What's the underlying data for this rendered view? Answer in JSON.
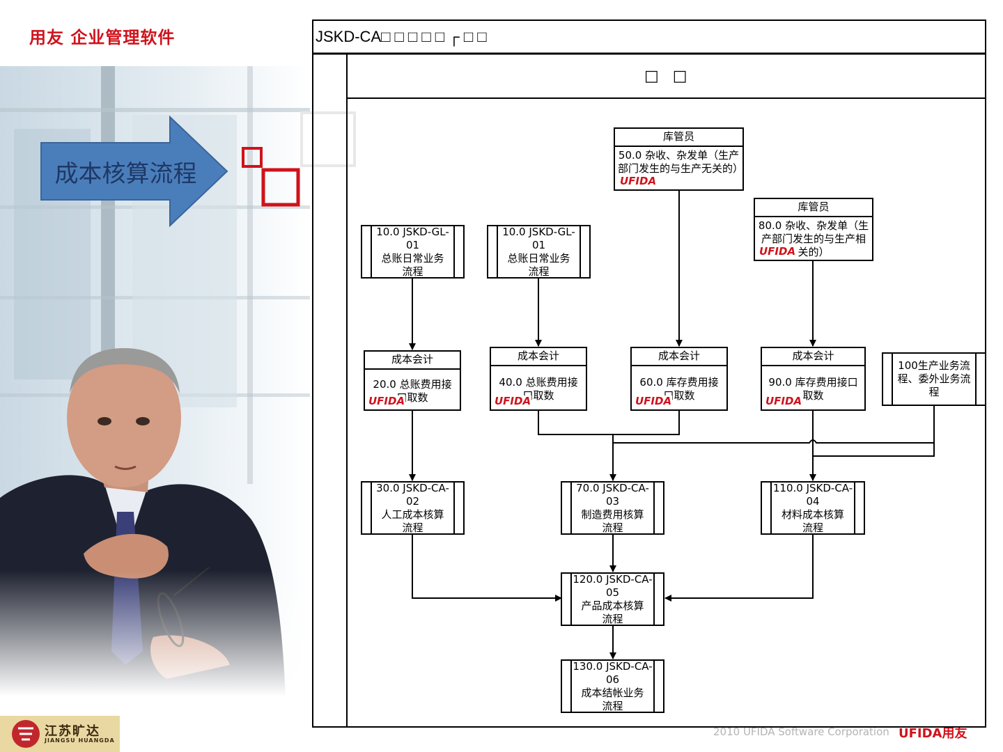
{
  "brand": "用友 企业管理软件",
  "slide_title": "成本核算流程",
  "company_logo": {
    "cn": "江苏旷达",
    "en": "JIANGSU HUANGDA"
  },
  "footer": {
    "copyright": "2010 UFIDA Software Corporation",
    "brand": "UFIDA用友"
  },
  "diagram": {
    "title": "JSKD-CA□ □ □ □ □ ┌ □ □",
    "lane_title": "□□",
    "watermark": "UFIDA",
    "nodes": {
      "n10a": {
        "text": "10.0 JSKD-GL-01\n总账日常业务\n流程"
      },
      "n10b": {
        "text": "10.0 JSKD-GL-01\n总账日常业务\n流程"
      },
      "n50": {
        "role": "库管员",
        "text": "50.0 杂收、杂发单（生产部门发生的与生产无关的）"
      },
      "n80": {
        "role": "库管员",
        "text": "80.0 杂收、杂发单（生产部门发生的与生产相关的）"
      },
      "n20": {
        "role": "成本会计",
        "text": "20.0 总账费用接口取数"
      },
      "n40": {
        "role": "成本会计",
        "text": "40.0 总账费用接口取数"
      },
      "n60": {
        "role": "成本会计",
        "text": "60.0 库存费用接口取数"
      },
      "n90": {
        "role": "成本会计",
        "text": "90.0 库存费用接口取数"
      },
      "n100": {
        "text": "100生产业务流程、委外业务流程"
      },
      "n30": {
        "text": "30.0 JSKD-CA-02\n人工成本核算\n流程"
      },
      "n70": {
        "text": "70.0 JSKD-CA-03\n制造费用核算\n流程"
      },
      "n110": {
        "text": "110.0 JSKD-CA-04\n材料成本核算\n流程"
      },
      "n120": {
        "text": "120.0 JSKD-CA-05\n产品成本核算\n流程"
      },
      "n130": {
        "text": "130.0 JSKD-CA-06\n成本结帐业务\n流程"
      }
    }
  },
  "colors": {
    "brand_red": "#d0121b",
    "arrow_blue": "#4a7ebb"
  }
}
